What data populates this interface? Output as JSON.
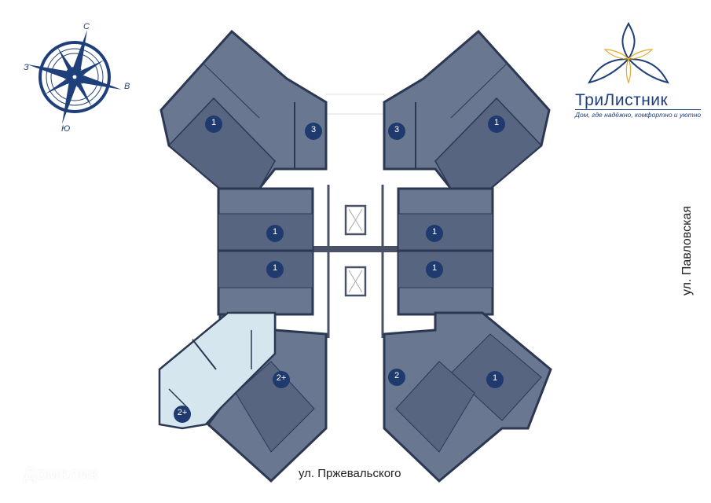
{
  "logo": {
    "name": "ТриЛистник",
    "tagline": "Дом, где надёжно, комфортно и уютно"
  },
  "compass": {
    "north": "С",
    "east": "В",
    "south": "Ю",
    "west": "З"
  },
  "streets": {
    "bottom": "ул. Пржевальского",
    "right": "ул. Павловская"
  },
  "watermark": "Домклик",
  "apartments": [
    {
      "rooms": "1",
      "section": "north-west-inner"
    },
    {
      "rooms": "3",
      "section": "north-west-outer"
    },
    {
      "rooms": "3",
      "section": "north-east-outer"
    },
    {
      "rooms": "1",
      "section": "north-east-inner"
    },
    {
      "rooms": "1",
      "section": "west-upper"
    },
    {
      "rooms": "1",
      "section": "west-lower"
    },
    {
      "rooms": "1",
      "section": "east-upper"
    },
    {
      "rooms": "1",
      "section": "east-lower"
    },
    {
      "rooms": "2+",
      "section": "south-west-inner"
    },
    {
      "rooms": "2+",
      "section": "south-west-highlighted"
    },
    {
      "rooms": "2",
      "section": "south-east-inner"
    },
    {
      "rooms": "1",
      "section": "south-east-outer"
    }
  ],
  "colors": {
    "wall": "#2c3852",
    "unit": "#6a7791",
    "unit_dark": "#586580",
    "highlight": "#d6e6ef",
    "badge": "#1f3a6e",
    "accent_gold": "#e0a928"
  }
}
